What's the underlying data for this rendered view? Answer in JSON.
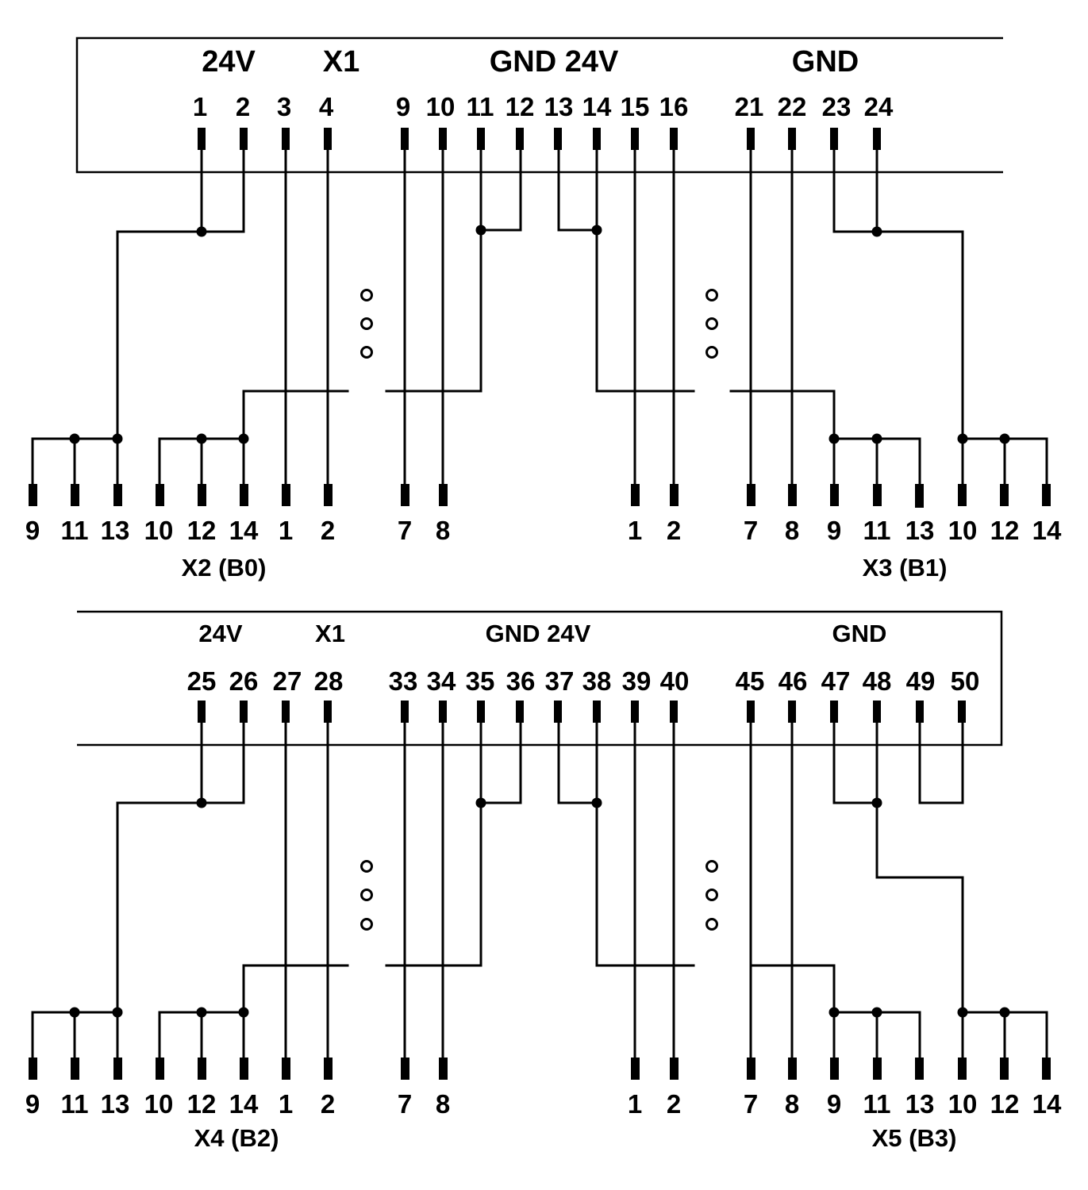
{
  "colors": {
    "line": "#000000",
    "background": "#ffffff"
  },
  "icons": {
    "wire_junction": "filled-circle-dot",
    "omitted_pins": "three-hollow-circles"
  },
  "diagram": {
    "top": {
      "header": {
        "h24v": "24V",
        "x1": "X1",
        "gnd24v": "GND 24V",
        "gnd": "GND"
      },
      "pins": [
        "1",
        "2",
        "3",
        "4",
        "9",
        "10",
        "11",
        "12",
        "13",
        "14",
        "15",
        "16",
        "21",
        "22",
        "23",
        "24"
      ],
      "x2": {
        "title": "X2 (B0)",
        "pins": [
          "9",
          "11",
          "13",
          "10",
          "12",
          "14",
          "1",
          "2"
        ]
      },
      "mid": {
        "pins": [
          "7",
          "8",
          "1",
          "2"
        ]
      },
      "x3": {
        "title": "X3 (B1)",
        "pins": [
          "7",
          "8",
          "9",
          "11",
          "13",
          "10",
          "12",
          "14"
        ]
      }
    },
    "bottom": {
      "header": {
        "h24v": "24V",
        "x1": "X1",
        "gnd24v": "GND 24V",
        "gnd": "GND"
      },
      "pins": [
        "25",
        "26",
        "27",
        "28",
        "33",
        "34",
        "35",
        "36",
        "37",
        "38",
        "39",
        "40",
        "45",
        "46",
        "47",
        "48",
        "49",
        "50"
      ],
      "x4": {
        "title": "X4 (B2)",
        "pins": [
          "9",
          "11",
          "13",
          "10",
          "12",
          "14",
          "1",
          "2"
        ]
      },
      "mid": {
        "pins": [
          "7",
          "8",
          "1",
          "2"
        ]
      },
      "x5": {
        "title": "X5 (B3)",
        "pins": [
          "7",
          "8",
          "9",
          "11",
          "13",
          "10",
          "12",
          "14"
        ]
      }
    }
  }
}
